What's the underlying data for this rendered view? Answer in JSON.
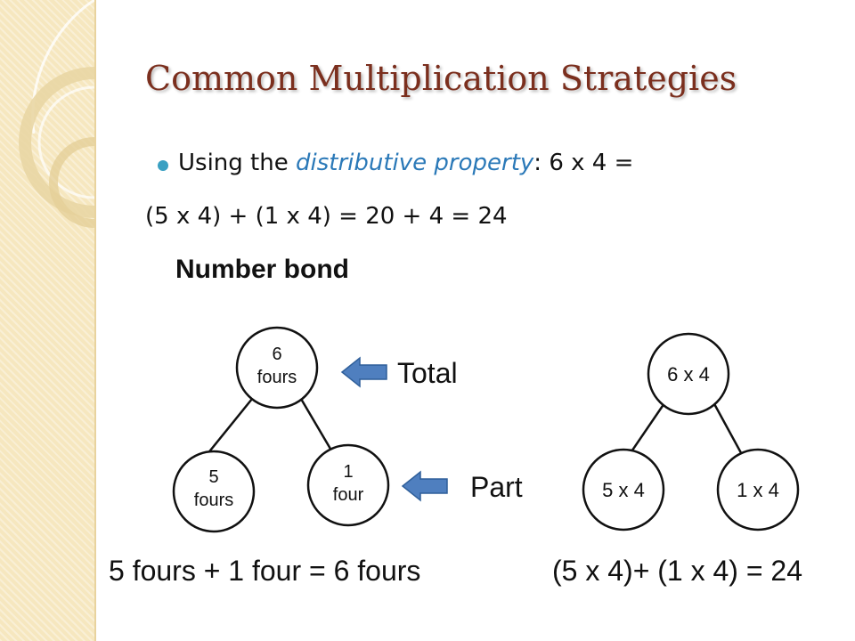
{
  "slide": {
    "title": "Common Multiplication Strategies",
    "bullet": {
      "prefix": "Using the ",
      "emphasis": "distributive property",
      "suffix": ": 6 x 4 ="
    },
    "equation_line": "(5 x 4) + (1 x 4) = 20 + 4 = 24",
    "subheading": "Number bond"
  },
  "bond_left": {
    "top_line1": "6",
    "top_line2": "fours",
    "left_line1": "5",
    "left_line2": "fours",
    "right_line1": "1",
    "right_line2": "four",
    "total_label": "Total",
    "part_label": "Part",
    "caption": "5 fours + 1 four = 6 fours"
  },
  "bond_right": {
    "top": "6 x 4",
    "left": "5 x 4",
    "right": "1 x 4",
    "caption": "(5 x 4)+ (1 x 4) = 24"
  },
  "colors": {
    "title": "#7b2f1e",
    "emphasis": "#2b79b8",
    "bullet": "#3aa0c2",
    "arrow": "#4f7fbf",
    "sidebar": "#f6e7bf"
  },
  "icons": {
    "arrow": "arrow-left-icon"
  }
}
